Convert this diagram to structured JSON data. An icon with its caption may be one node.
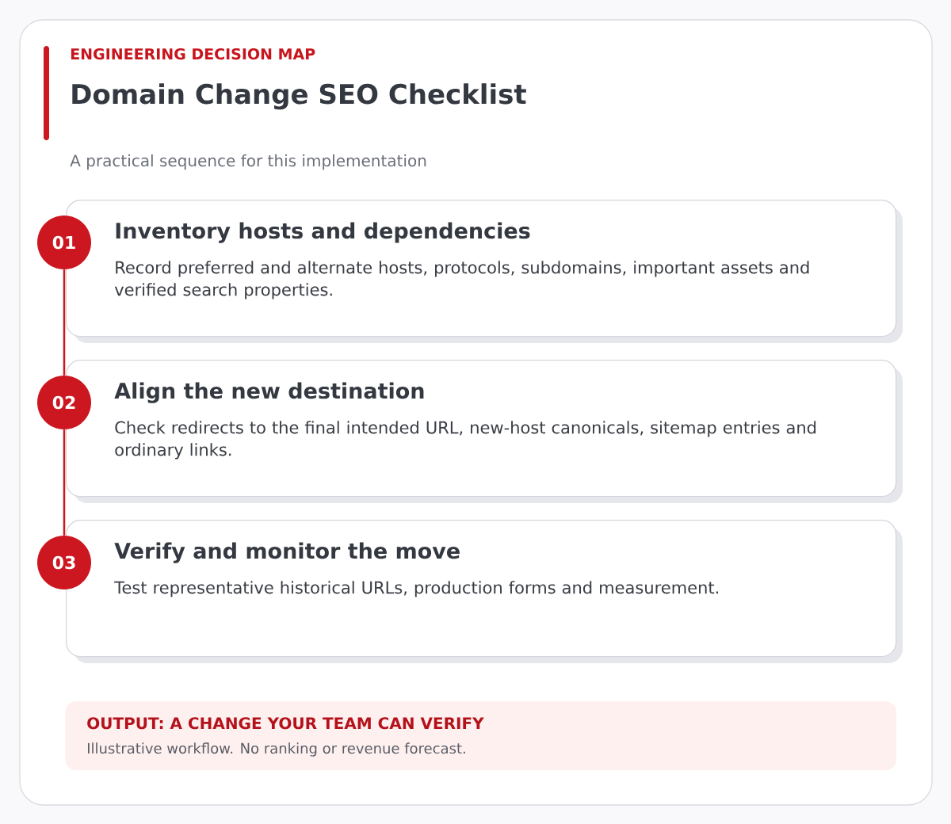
{
  "diagram": {
    "title": "Domain Change SEO Checklist",
    "nodes": [
      {
        "text": [
          "01"
        ]
      },
      {
        "text": [
          "Inventory hosts and dependencies",
          "Record preferred and alternate hosts, protocols, subdomains, important assets and verified search properties."
        ]
      },
      {
        "text": [
          "02"
        ]
      },
      {
        "text": [
          "Align the new destination",
          "Check redirects to the final intended URL, new-host canonicals, sitemap entries and ordinary links."
        ]
      },
      {
        "text": [
          "03"
        ]
      },
      {
        "text": [
          "Verify and monitor the move",
          "Test representative historical URLs, production forms and measurement."
        ]
      },
      {
        "text": [
          "OUTPUT: A CHANGE YOUR TEAM CAN VERIFY",
          "Illustrative workflow. No ranking or revenue forecast."
        ]
      }
    ],
    "edges": [
      {
        "from": 0,
        "to": 2,
        "arrow": "none"
      },
      {
        "from": 2,
        "to": 4,
        "arrow": "none"
      }
    ],
    "labels": [
      "ENGINEERING DECISION MAP",
      "A practical sequence for this implementation"
    ]
  }
}
